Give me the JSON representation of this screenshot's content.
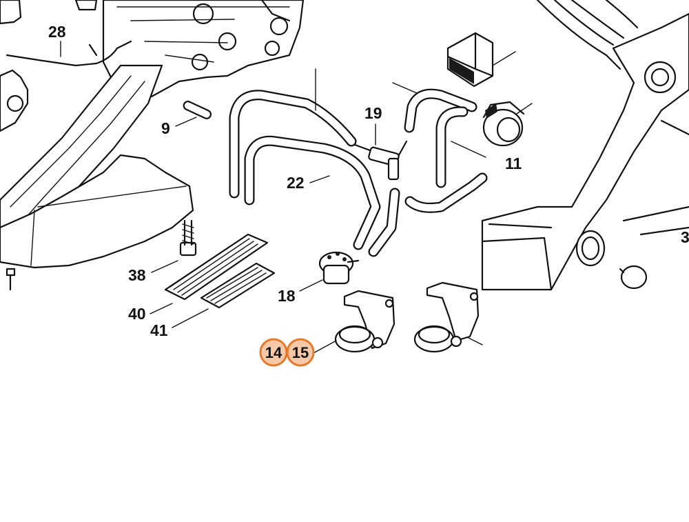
{
  "diagram": {
    "part_labels": {
      "p28": "28",
      "p9": "9",
      "p19": "19",
      "p22": "22",
      "p11": "11",
      "p38": "38",
      "p40": "40",
      "p41": "41",
      "p18": "18",
      "p3": "3"
    },
    "highlighted_labels": {
      "p14": "14",
      "p15": "15"
    },
    "colors": {
      "highlight_fill": "#f5c9a8",
      "highlight_ring": "#e8782a",
      "line": "#111111",
      "background": "#ffffff"
    }
  }
}
